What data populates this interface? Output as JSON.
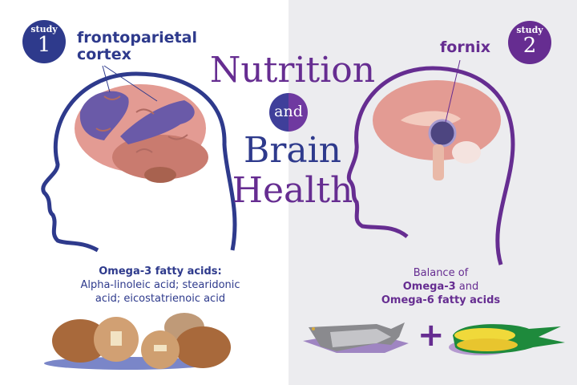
{
  "title": {
    "line1": "Nutrition",
    "connector": "and",
    "line2": "Brain",
    "line3": "Health"
  },
  "study1": {
    "badge_word": "study",
    "badge_number": "1",
    "region_label_line1": "frontoparietal",
    "region_label_line2": "cortex",
    "caption_heading": "Omega-3 fatty acids:",
    "caption_line1": "Alpha-linoleic acid; stearidonic",
    "caption_line2": "acid; eicostatrienoic acid",
    "food": "walnuts"
  },
  "study2": {
    "badge_word": "study",
    "badge_number": "2",
    "region_label": "fornix",
    "caption_line1": "Balance of",
    "caption_bold1": "Omega-3",
    "caption_and": " and",
    "caption_bold2": "Omega-6 fatty acids",
    "food_left": "salmon",
    "plus": "+",
    "food_right": "corn"
  },
  "colors": {
    "blue": "#2e3a8c",
    "purple": "#662d91",
    "left_bg": "#ffffff",
    "right_bg": "#ececef"
  }
}
